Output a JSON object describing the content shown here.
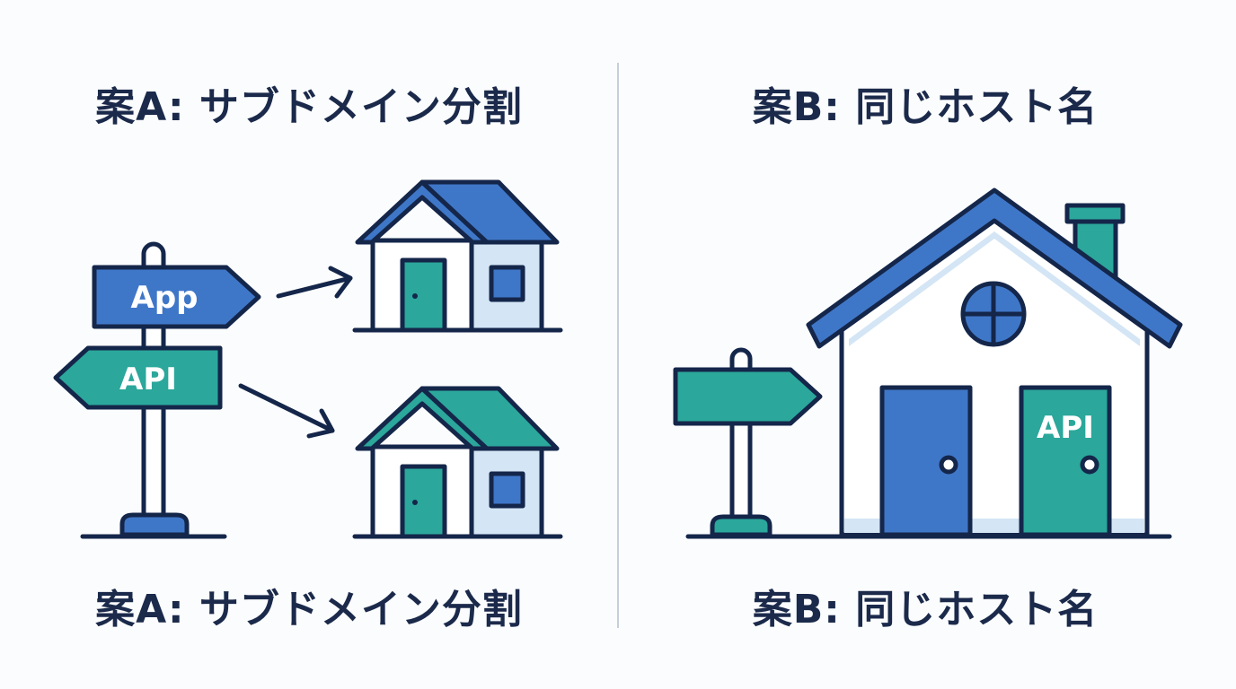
{
  "option_a": {
    "title_top": "案A: サブドメイン分割",
    "title_bottom": "案A: サブドメイン分割",
    "sign_app_label": "App",
    "sign_api_label": "API"
  },
  "option_b": {
    "title_top": "案B: 同じホスト名",
    "title_bottom": "案B: 同じホスト名",
    "door_api_label": "API"
  },
  "colors": {
    "outline": "#14264a",
    "blue": "#3f77c8",
    "teal": "#2ba79b",
    "light_blue": "#d4e5f5",
    "white": "#ffffff",
    "divider": "#c8ced8"
  }
}
